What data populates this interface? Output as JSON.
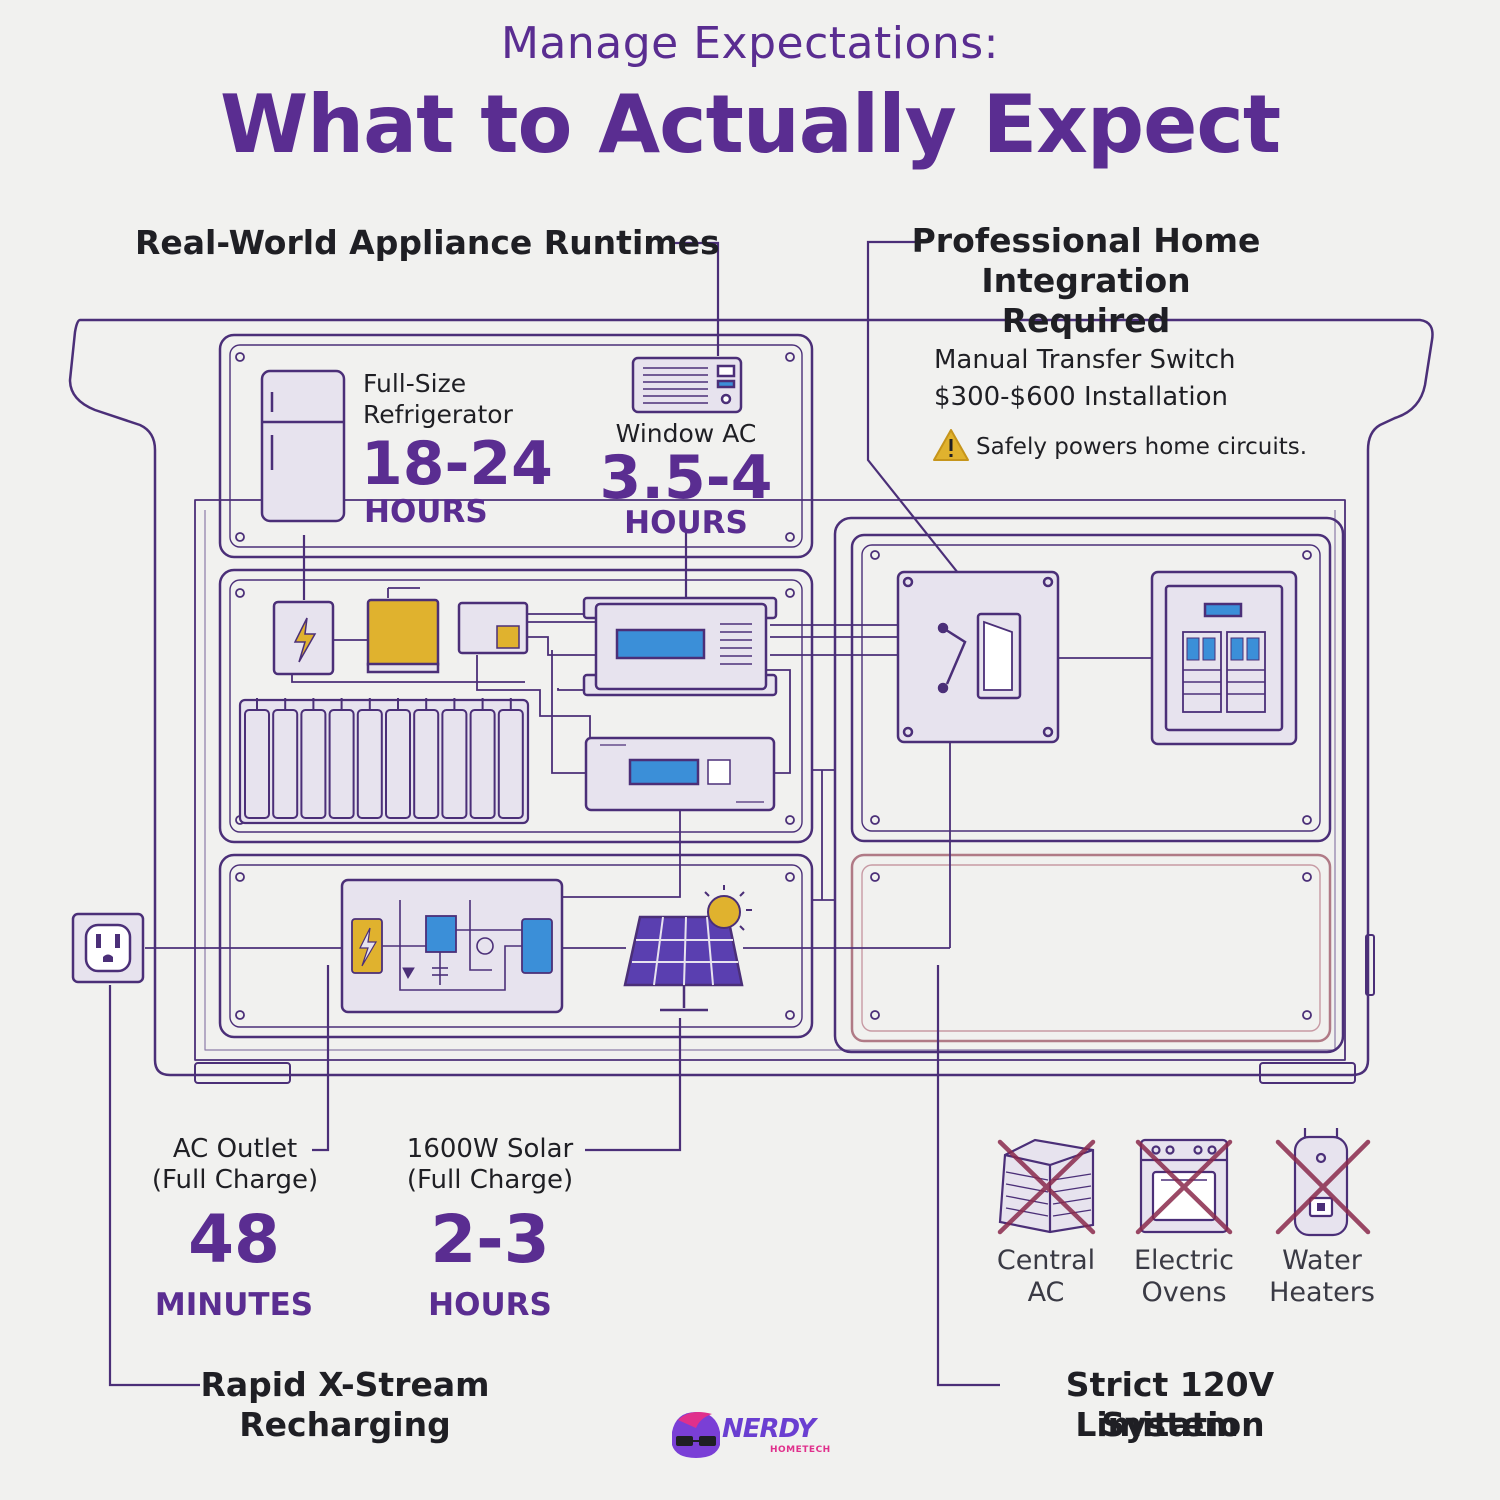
{
  "header": {
    "subtitle": "Manage Expectations:",
    "title": "What to Actually Expect"
  },
  "runtimes": {
    "heading": "Real-World Appliance Runtimes",
    "refrigerator": {
      "label_line1": "Full-Size",
      "label_line2": "Refrigerator",
      "value": "18-24",
      "unit": "HOURS"
    },
    "window_ac": {
      "label": "Window AC",
      "value": "3.5-4",
      "unit": "HOURS"
    }
  },
  "integration": {
    "heading_line1": "Professional Home",
    "heading_line2": "Integration Required",
    "switch_line1": "Manual Transfer Switch",
    "switch_line2": "$300-$600 Installation",
    "note": "Safely powers home circuits.",
    "warning_icon": "warning-icon"
  },
  "recharging": {
    "heading_line1": "Rapid X-Stream",
    "heading_line2": "Recharging",
    "ac": {
      "label_line1": "AC Outlet",
      "label_line2": "(Full Charge)",
      "value": "48",
      "unit": "MINUTES"
    },
    "solar": {
      "label_line1": "1600W Solar",
      "label_line2": "(Full Charge)",
      "value": "2-3",
      "unit": "HOURS"
    }
  },
  "limitation": {
    "heading_line1": "Strict 120V System",
    "heading_line2": "Limitation",
    "items": [
      {
        "line1": "Central",
        "line2": "AC",
        "icon": "central-ac-icon"
      },
      {
        "line1": "Electric",
        "line2": "Ovens",
        "icon": "electric-oven-icon"
      },
      {
        "line1": "Water",
        "line2": "Heaters",
        "icon": "water-heater-icon"
      }
    ]
  },
  "brand": {
    "name": "NERDY",
    "sub": "HOMETECH"
  },
  "colors": {
    "accent": "#5a2d91",
    "line": "#4b2f78",
    "panel_fill": "#e7e3ee",
    "battery_yellow": "#e0b22e",
    "screen_blue": "#3b8fd8",
    "cross": "#8a2a4c"
  }
}
